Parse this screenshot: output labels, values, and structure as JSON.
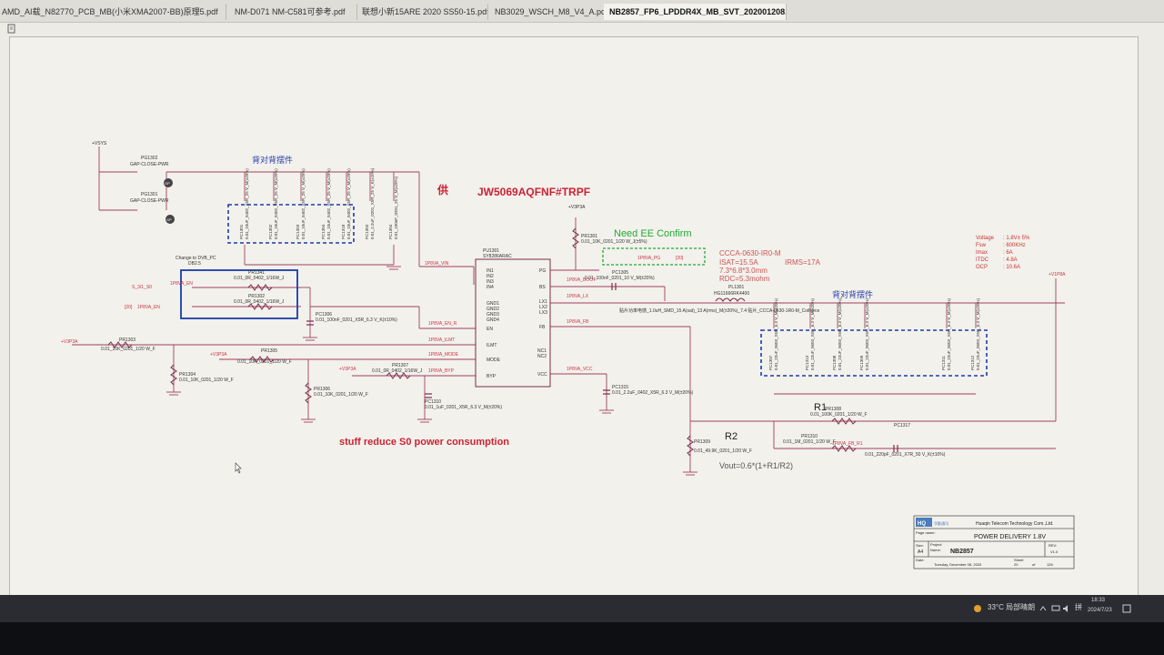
{
  "tabs": [
    "AMD_AI载_N82770_PCB_MB(小米XMA2007-BB)原理5.pdf",
    "NM-D071 NM-C581可参考.pdf",
    "联想小新15ARE 2020 SS50-15.pdf",
    "NB3029_WSCH_M8_V4_A.pdf",
    "NB2857_FP6_LPDDR4X_MB_SVT_202001208..."
  ],
  "schematic": {
    "net_vsys": "+VSYS",
    "pg1302": "PG1302",
    "pg1302_desc": "GAP-CLOSE-PWR",
    "pg1301": "PG1301",
    "pg1301_desc": "GAP-CLOSE-PWR",
    "gp1": "GP",
    "gp2": "GP",
    "label_b2b_left": "背对背摆件",
    "label_b2b_right": "背对背摆件",
    "title_gong": "供",
    "title_ic": "JW5069AQFNF#TRPF",
    "need_ee": "Need EE Confirm",
    "v3p3a": "+V3P3A",
    "pr1301": "PR1301",
    "pr1301_val": "0.01_10K_0201_1/20 W_J(±5%)",
    "pu1301": "PU1301",
    "pu1301_part": "SY8286ARAC",
    "pin_in1": "IN1",
    "pin_in2": "IN2",
    "pin_in3": "IN3",
    "pin_in4": "IN4",
    "pin_pg": "PG",
    "pin_bs": "BS",
    "pin_lx1": "LX1",
    "pin_lx2": "LX2",
    "pin_lx3": "LX3",
    "pin_gnd1": "GND1",
    "pin_gnd2": "GND2",
    "pin_gnd3": "GND3",
    "pin_gnd4": "GND4",
    "pin_en": "EN",
    "pin_ilmt": "ILMT",
    "pin_mode": "MODE",
    "pin_byp": "BYP",
    "pin_fb": "FB",
    "pin_nc1": "NC1",
    "pin_nc2": "NC2",
    "pin_vcc": "VCC",
    "net_vin": "1P8VA_VIN",
    "net_pg": "1P8VA_PG",
    "net_pg_ref": "[20]",
    "net_boot": "1P8VA_BOOT",
    "net_lx": "1P8VA_LX",
    "net_en": "1P8VA_EN",
    "net_en_r": "1P8VA_EN_R",
    "net_ilmt": "1P8VA_ILMT",
    "net_mode": "1P8VA_MODE",
    "net_byp": "1P8VA_BYP",
    "net_fb": "1P8VA_FB",
    "net_vcc": "1P8VA_VCC",
    "net_fb_r": "1P8VA_FB_R1",
    "net_v1p8a": "+V1P8A",
    "net_s3_s0": "S_3/1_S0",
    "net_s3_ref": "[20]",
    "net_en_ref": "[20]",
    "change_dvb": "Change to DVB_PC",
    "change_dvb_sub": "DB2.5",
    "inductor_part": "CCCA-0630-IR0-M",
    "isat": "ISAT=15.5A",
    "irms": "IRMS=17A",
    "size": "7.3*6.8*3.0mm",
    "rdc": "RDC=5.3mohm",
    "pl1301": "PL1301",
    "pl1301_part": "HG11666RK4400",
    "pl1301_desc": "贴片功率电感_1.0uH_SMD_15 A(sat)_13 A(rms)_M(±20%)_7.4 贴片_CCCA-0630-1R0-M_Coilforce",
    "spec_voltage_k": "Voltage",
    "spec_voltage_v": ": 1.8V± 5%",
    "spec_fsw_k": "Fsw",
    "spec_fsw_v": ": 600KHz",
    "spec_imax_k": "Imax",
    "spec_imax_v": ": 6A",
    "spec_itdc_k": "ITDC",
    "spec_itdc_v": ": 4.8A",
    "spec_ocp_k": "OCP",
    "spec_ocp_v": ": 10.6A",
    "pc1305": "PC1305",
    "pc1305_val": "0.01_100nF_0201_10 V_M(±20%)",
    "pc1306": "PC1306",
    "pc1306_val": "0.01_100nF_0201_X5R_6.3 V_K(±10%)",
    "pc1310": "PC1310",
    "pc1310_val": "0.01_1uF_0201_X5R_6.3 V_M(±20%)",
    "pc1315": "PC1315",
    "pc1315_val": "0.01_2.2uF_0402_X5R_6.3 V_M(±20%)",
    "pc1317": "PC1317",
    "pc1317_val": "0.01_220pF_0201_X7R_50 V_K(±10%)",
    "pr1341": "PR1341",
    "pr1341_val": "0.01_0R_0402_1/16W_J",
    "pr1302": "PR1302",
    "pr1302_val": "0.01_0R_0402_1/16W_J",
    "pr1303": "PR1303",
    "pr1303_val": "0.01_10K_0201_1/20 W_F",
    "pr1304": "PR1304",
    "pr1304_val": "0.01_10K_0201_1/20 W_F",
    "pr1305": "PR1305",
    "pr1305_val": "0.01_10K_0201_1/20 W_F",
    "pr1306": "PR1306",
    "pr1306_val": "0.01_10K_0201_1/20 W_F",
    "pr1307": "PR1307",
    "pr1307_val": "0.01_0R_0402_1/16W_J",
    "pr1308": "PR1308",
    "pr1308_val": "0.01_100K_0201_1/20 W_F",
    "pr1309": "PR1309",
    "pr1309_val": "0.01_49.9K_0201_1/20 W_F",
    "pr1310": "PR1310",
    "pr1310_val": "0.01_1M_0201_1/20 W_F",
    "r1_label": "R1",
    "r2_label": "R2",
    "vout_formula": "Vout=0.6*(1+R1/R2)",
    "stuff_note": "stuff reduce S0 power consumption",
    "caps_left": [
      "PC1301",
      "PC1302",
      "PC1303",
      "PC1304",
      "PC1318",
      "PC1303",
      "PC1304"
    ],
    "caps_left_vals": [
      "0.01_10uF_0402_X5R_25 V_M(±20%)",
      "0.01_10uF_0402_X5R_25 V_M(±20%)",
      "0.01_10uF_0402_X5R_25 V_M(±20%)",
      "0.01_10uF_0402_X5R_25 V_M(±20%)",
      "0.01_10uF_0402_X5R_25 V_M(±20%)",
      "0.01_2.2uF_0201_X5R_25 V_K(±10%)",
      "0.01_100nF_0201_25 V_M(±20%)"
    ],
    "caps_right": [
      "PC1307",
      "PC1313",
      "PC1308",
      "PC1309",
      "PC1311",
      "PC1312"
    ],
    "caps_right_vals": [
      "0.01_22uF_0603_X5R_6.3 V_M(±20%)",
      "0.01_22uF_0603_X5R_6.3 V_M(±20%)",
      "0.01_22uF_0603_X5R_6.3 V_M(±20%)",
      "0.01_22uF_0603_X5R_6.3 V_M(±20%)",
      "0.01_22uF_0603_X5R_6.3 V_M(±20%)",
      "0.01_22uF_0603_X5R_6.3 V_M(±20%)"
    ]
  },
  "titleblock": {
    "logo_text": "HQ",
    "logo_cn": "华勤通讯",
    "company": "Huaqin Telecom Technology Com.,Ltd.",
    "page_name_label": "Page name:",
    "page_name": "POWER DELIVERY 1.8V",
    "size_label": "Size:",
    "size": "A4",
    "project_label": "Project",
    "name_label": "Name:",
    "project": "NB2857",
    "rev_label": "REV:",
    "rev": "V1.0",
    "date_label": "Date:",
    "date": "Tuesday, December 08, 2020",
    "sheet_label": "Sheet",
    "sheet": "20",
    "of_label": "of",
    "sheet_total": "126"
  },
  "taskbar": {
    "weather": "33°C 局部晴朗",
    "ime": "拼",
    "time": "18:33",
    "date": "2024/7/23"
  },
  "colors": {
    "wire": "#a04060",
    "component": "#7a2a4a",
    "label_blue": "#2a3fa8",
    "title_red": "#cc2233",
    "green_note": "#22aa33",
    "spec_red": "#cc3333",
    "dashed_blue": "#1a3caa"
  }
}
